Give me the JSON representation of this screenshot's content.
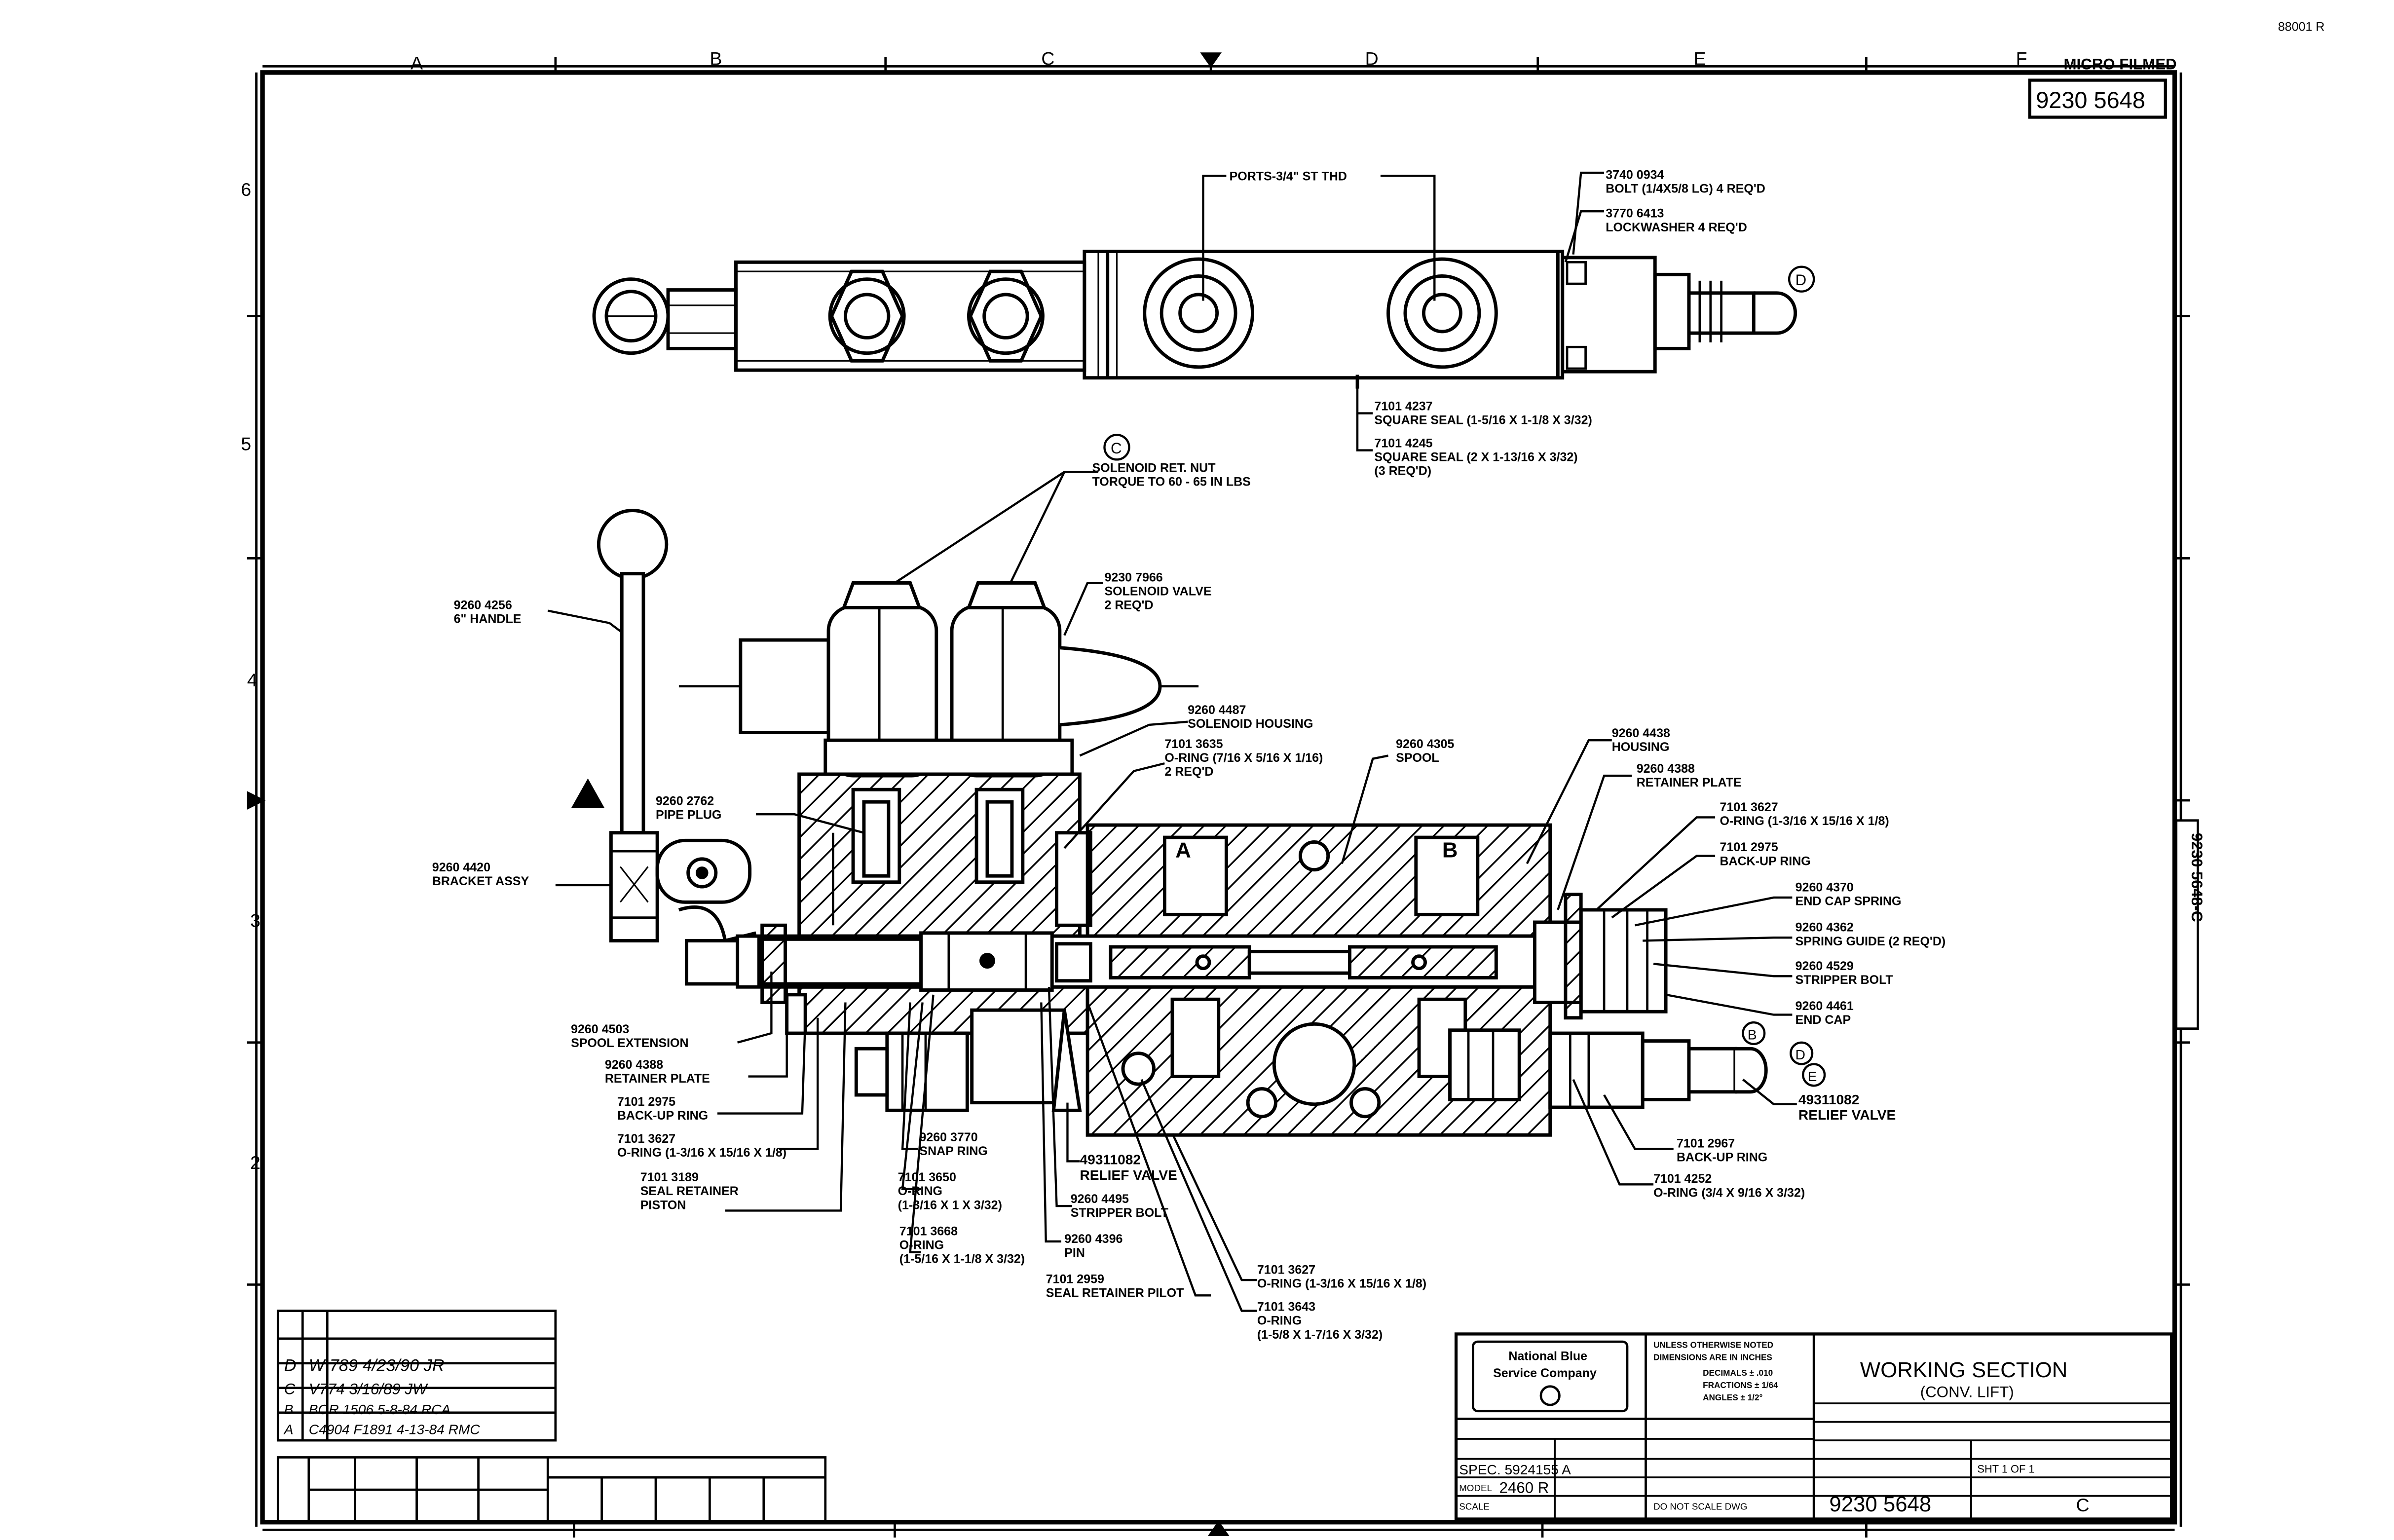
{
  "corner_stamp": "88001 R",
  "top_right": {
    "micro_filmed": "MICRO FILMED",
    "drawing_no": "9230 5648"
  },
  "side_tab": "9230 5648-C",
  "zone_letters": [
    "A",
    "B",
    "C",
    "D",
    "E",
    "F"
  ],
  "zone_numbers": [
    "6",
    "5",
    "4",
    "3",
    "2"
  ],
  "callouts": [
    {
      "name": "ports-callout",
      "lines": [
        "PORTS-3/4\" ST THD"
      ]
    },
    {
      "name": "bolt-callout",
      "lines": [
        "3740 0934",
        "BOLT (1/4X5/8 LG) 4 REQ'D"
      ]
    },
    {
      "name": "lockwasher-callout",
      "lines": [
        "3770 6413",
        "LOCKWASHER 4 REQ'D"
      ]
    },
    {
      "name": "square-seal-1-callout",
      "lines": [
        "7101 4237",
        "SQUARE SEAL (1-5/16 X 1-1/8 X 3/32)"
      ]
    },
    {
      "name": "square-seal-2-callout",
      "lines": [
        "7101 4245",
        "SQUARE SEAL (2 X 1-13/16 X 3/32)",
        "(3 REQ'D)"
      ]
    },
    {
      "name": "solenoid-nut-callout",
      "lines": [
        "SOLENOID RET. NUT",
        "TORQUE TO 60 - 65 IN LBS"
      ]
    },
    {
      "name": "solenoid-valve-callout",
      "lines": [
        "9230 7966",
        "SOLENOID VALVE",
        "2 REQ'D"
      ]
    },
    {
      "name": "handle-callout",
      "lines": [
        "9260 4256",
        "6\" HANDLE"
      ]
    },
    {
      "name": "solenoid-housing-callout",
      "lines": [
        "9260 4487",
        "SOLENOID HOUSING"
      ]
    },
    {
      "name": "oring-1-callout",
      "lines": [
        "7101 3635",
        "O-RING (7/16 X 5/16 X 1/16)",
        "2 REQ'D"
      ]
    },
    {
      "name": "spool-callout",
      "lines": [
        "9260 4305",
        "SPOOL"
      ]
    },
    {
      "name": "housing-callout",
      "lines": [
        "9260 4438",
        "HOUSING"
      ]
    },
    {
      "name": "retainer-plate-right-callout",
      "lines": [
        "9260 4388",
        "RETAINER PLATE"
      ]
    },
    {
      "name": "pipe-plug-callout",
      "lines": [
        "9260 2762",
        "PIPE PLUG"
      ]
    },
    {
      "name": "oring-2-callout",
      "lines": [
        "7101 3627",
        "O-RING (1-3/16 X 15/16 X 1/8)"
      ]
    },
    {
      "name": "backup-ring-right-callout",
      "lines": [
        "7101 2975",
        "BACK-UP RING"
      ]
    },
    {
      "name": "bracket-callout",
      "lines": [
        "9260 4420",
        "BRACKET ASSY"
      ]
    },
    {
      "name": "end-cap-spring-callout",
      "lines": [
        "9260 4370",
        "END CAP SPRING"
      ]
    },
    {
      "name": "spring-guide-callout",
      "lines": [
        "9260 4362",
        "SPRING GUIDE (2 REQ'D)"
      ]
    },
    {
      "name": "stripper-bolt-right-callout",
      "lines": [
        "9260 4529",
        "STRIPPER BOLT"
      ]
    },
    {
      "name": "end-cap-callout",
      "lines": [
        "9260 4461",
        "END CAP"
      ]
    },
    {
      "name": "spool-extension-callout",
      "lines": [
        "9260 4503",
        "SPOOL EXTENSION"
      ]
    },
    {
      "name": "retainer-plate-left-callout",
      "lines": [
        "9260 4388",
        "RETAINER PLATE"
      ]
    },
    {
      "name": "backup-ring-left-callout",
      "lines": [
        "7101 2975",
        "BACK-UP RING"
      ]
    },
    {
      "name": "oring-3-callout",
      "lines": [
        "7101 3627",
        "O-RING (1-3/16 X 15/16 X 1/8)"
      ]
    },
    {
      "name": "seal-retainer-callout",
      "lines": [
        "7101 3189",
        "SEAL RETAINER",
        "PISTON"
      ]
    },
    {
      "name": "snap-ring-callout",
      "lines": [
        "9260 3770",
        "SNAP RING"
      ]
    },
    {
      "name": "oring-4-callout",
      "lines": [
        "7101 3650",
        "O-RING",
        "(1-3/16 X 1 X 3/32)"
      ]
    },
    {
      "name": "relief-valve-left-callout",
      "lines": [
        "49311082",
        "RELIEF VALVE"
      ]
    },
    {
      "name": "stripper-bolt-left-callout",
      "lines": [
        "9260 4495",
        "STRIPPER BOLT"
      ]
    },
    {
      "name": "oring-5-callout",
      "lines": [
        "7101 3668",
        "O-RING",
        "(1-5/16 X 1-1/8 X 3/32)"
      ]
    },
    {
      "name": "pin-callout",
      "lines": [
        "9260 4396",
        "PIN"
      ]
    },
    {
      "name": "seal-retainer-pilot-callout",
      "lines": [
        "7101 2959",
        "SEAL RETAINER PILOT"
      ]
    },
    {
      "name": "oring-6-callout",
      "lines": [
        "7101 3627",
        "O-RING (1-3/16 X 15/16 X 1/8)"
      ]
    },
    {
      "name": "oring-7-callout",
      "lines": [
        "7101 3643",
        "O-RING",
        "(1-5/8 X 1-7/16 X 3/32)"
      ]
    },
    {
      "name": "backup-ring-lower-callout",
      "lines": [
        "7101 2967",
        "BACK-UP RING"
      ]
    },
    {
      "name": "oring-8-callout",
      "lines": [
        "7101 4252",
        "O-RING (3/4 X 9/16 X 3/32)"
      ]
    },
    {
      "name": "relief-valve-right-callout",
      "lines": [
        "49311082",
        "RELIEF VALVE"
      ]
    }
  ],
  "markers": {
    "c": "C",
    "d": "D",
    "e": "E",
    "port_a": "A",
    "port_b": "B"
  },
  "revisions": [
    {
      "ltr": "D",
      "text": "W 789 4/23/90 JR"
    },
    {
      "ltr": "C",
      "text": "V774 3/16/89 JW"
    },
    {
      "ltr": "B",
      "text": "BOR 1506 5-8-84 RCA"
    },
    {
      "ltr": "A",
      "text": "C4904 F1891 4-13-84 RMC"
    }
  ],
  "title_block": {
    "company": [
      "National Blue",
      "Service Company"
    ],
    "tolerance_note": [
      "UNLESS OTHERWISE NOTED",
      "DIMENSIONS ARE IN INCHES",
      "DECIMALS ± .010",
      "FRACTIONS ± 1/64",
      "ANGLES ± 1/2°"
    ],
    "title_line1": "WORKING SECTION",
    "title_line2": "(CONV. LIFT)",
    "spec": "SPEC. 5924155 A",
    "model_label": "MODEL",
    "model": "2460 R",
    "scale_label": "SCALE",
    "drawing_no": "9230 5648",
    "sheet": "SHT 1 OF 1",
    "size": "C",
    "dont_scale": "DO NOT SCALE DWG"
  }
}
